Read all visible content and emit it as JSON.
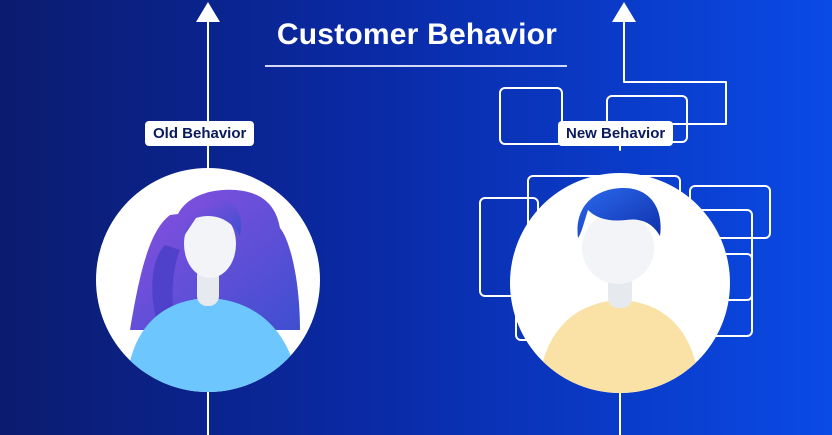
{
  "title": "Customer Behavior",
  "labels": {
    "old": "Old Behavior",
    "new": "New Behavior"
  },
  "colors": {
    "background_left": "#0b1b6e",
    "background_right": "#0a4ae6",
    "old_hair": "#7b4ad8",
    "old_shirt": "#6ec6ff",
    "new_hair": "#1d52d6",
    "new_shirt": "#fae2a6",
    "skin": "#f2f4f7"
  },
  "icons": [
    "arrow-up-icon",
    "person-female-icon",
    "person-male-icon"
  ]
}
